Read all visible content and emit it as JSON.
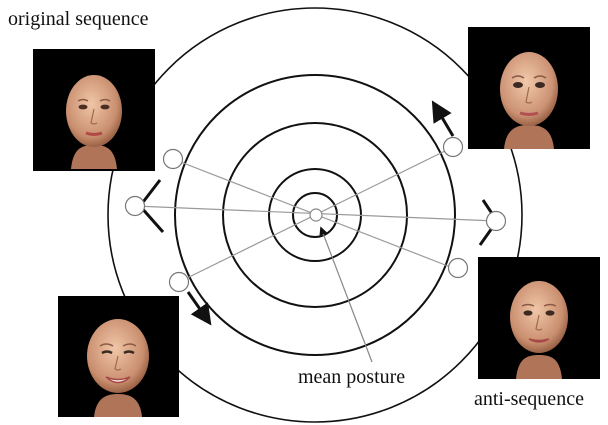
{
  "labels": {
    "original_sequence": "original sequence",
    "anti_sequence": "anti-sequence",
    "mean_posture": "mean posture"
  },
  "faces": [
    {
      "name": "original-top-left-face",
      "expression": "neutral",
      "glow": "#c46a6a"
    },
    {
      "name": "top-right-face",
      "expression": "neutral-eyes",
      "glow": "#b9786a"
    },
    {
      "name": "bottom-left-face",
      "expression": "smile",
      "glow": "#c0726a"
    },
    {
      "name": "anti-bottom-right-face",
      "expression": "slight-smile",
      "glow": "#bb6e6a"
    }
  ],
  "colors": {
    "ring": "#111111",
    "spoke": "#9a9a9a",
    "arrow": "#111111",
    "skin_light": "#e8b99a",
    "skin_dark": "#a86a4c"
  }
}
